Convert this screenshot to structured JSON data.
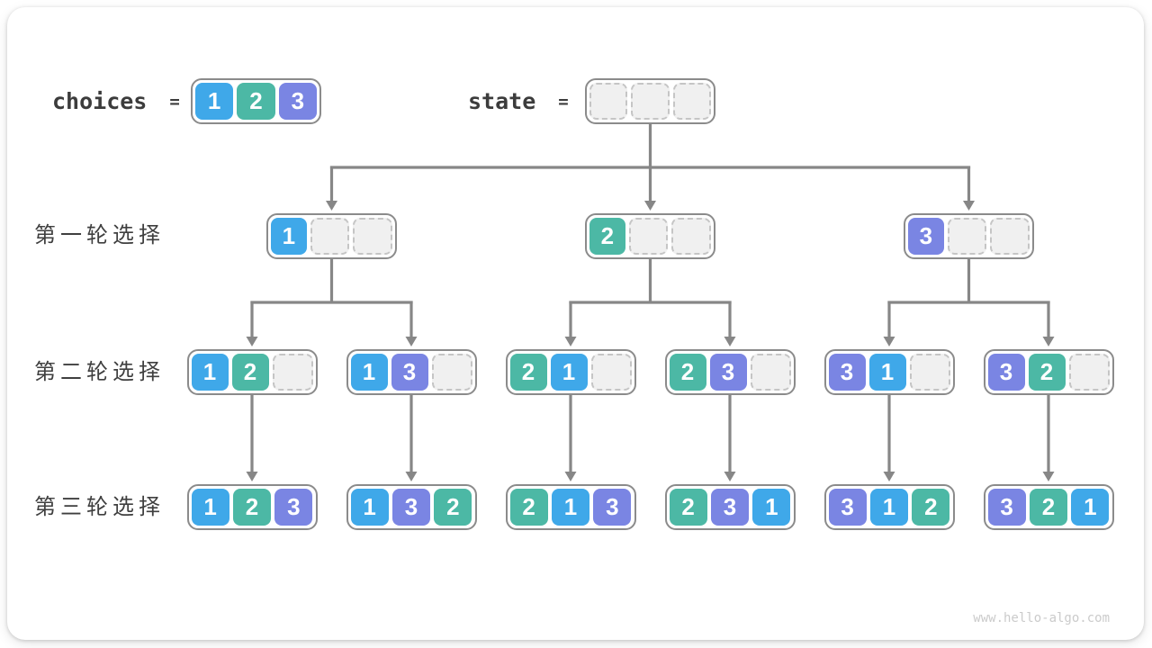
{
  "header": {
    "choices_label": "choices",
    "state_label": "state",
    "equals": "=",
    "choices_values": [
      "1",
      "2",
      "3"
    ],
    "state_values": [
      "",
      "",
      ""
    ]
  },
  "rows": [
    {
      "label": "第一轮选择",
      "nodes": [
        [
          "1",
          "",
          ""
        ],
        [
          "2",
          "",
          ""
        ],
        [
          "3",
          "",
          ""
        ]
      ]
    },
    {
      "label": "第二轮选择",
      "nodes": [
        [
          "1",
          "2",
          ""
        ],
        [
          "1",
          "3",
          ""
        ],
        [
          "2",
          "1",
          ""
        ],
        [
          "2",
          "3",
          ""
        ],
        [
          "3",
          "1",
          ""
        ],
        [
          "3",
          "2",
          ""
        ]
      ]
    },
    {
      "label": "第三轮选择",
      "nodes": [
        [
          "1",
          "2",
          "3"
        ],
        [
          "1",
          "3",
          "2"
        ],
        [
          "2",
          "1",
          "3"
        ],
        [
          "2",
          "3",
          "1"
        ],
        [
          "3",
          "1",
          "2"
        ],
        [
          "3",
          "2",
          "1"
        ]
      ]
    }
  ],
  "watermark": "www.hello-algo.com",
  "colors": {
    "value1": "#3fa8e9",
    "value2": "#4cb8a5",
    "value3": "#7a85e3",
    "line": "#878787",
    "box_border": "#8b8b8b",
    "empty_fill": "#f0f0f0",
    "empty_border": "#c5c5c5",
    "label_text": "#3f3f3f",
    "watermark_text": "#cbcbcb"
  }
}
